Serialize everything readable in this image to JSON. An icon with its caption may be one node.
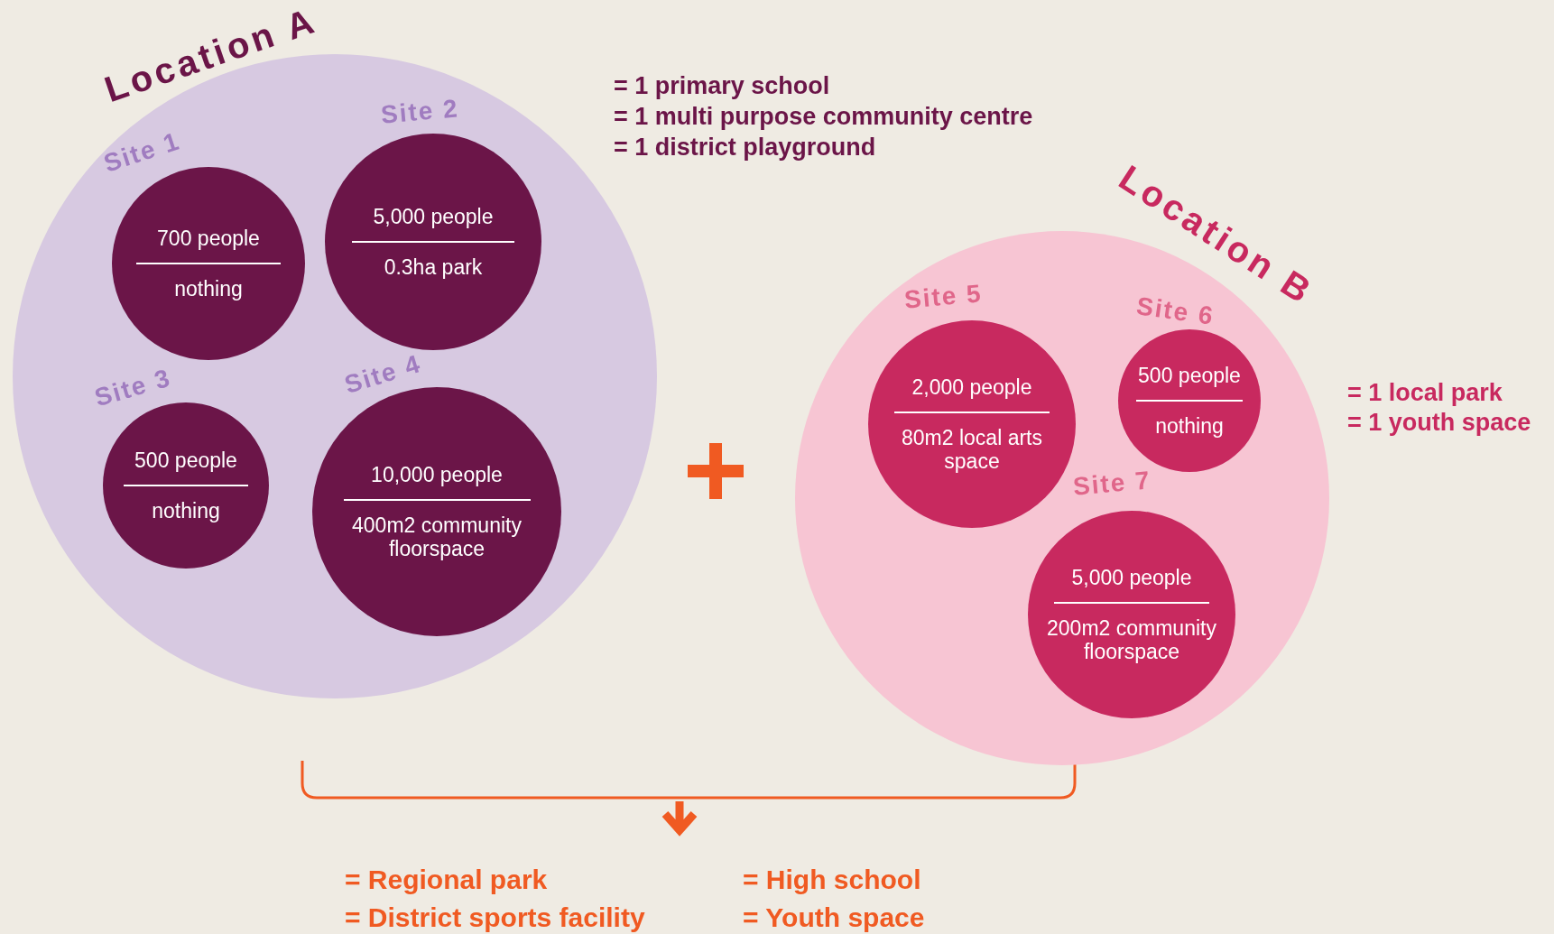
{
  "diagram": {
    "nodes": [
      {
        "text": [
          "Location A"
        ]
      },
      {
        "text": [
          "Site 1",
          "700 people",
          "nothing"
        ],
        "in": 0
      },
      {
        "text": [
          "Site 2",
          "5,000 people",
          "0.3ha park"
        ],
        "in": 0
      },
      {
        "text": [
          "Site 3",
          "500 people",
          "nothing"
        ],
        "in": 0
      },
      {
        "text": [
          "Site 4",
          "10,000 people",
          "400m2 community floorspace"
        ],
        "in": 0
      },
      {
        "text": [
          "Location B"
        ]
      },
      {
        "text": [
          "Site 5",
          "2,000 people",
          "80m2 local arts space"
        ],
        "in": 5
      },
      {
        "text": [
          "Site 6",
          "500 people",
          "nothing"
        ],
        "in": 5
      },
      {
        "text": [
          "Site 7",
          "5,000 people",
          "200m2 community floorspace"
        ],
        "in": 5
      }
    ],
    "edges": [],
    "labels": [
      "= 1 primary school",
      "= 1 multi purpose community centre",
      "= 1 district playground",
      "= 1 local park",
      "= 1 youth space",
      "= Regional park",
      "= High school",
      "= District sports facility",
      "= Youth space"
    ]
  }
}
